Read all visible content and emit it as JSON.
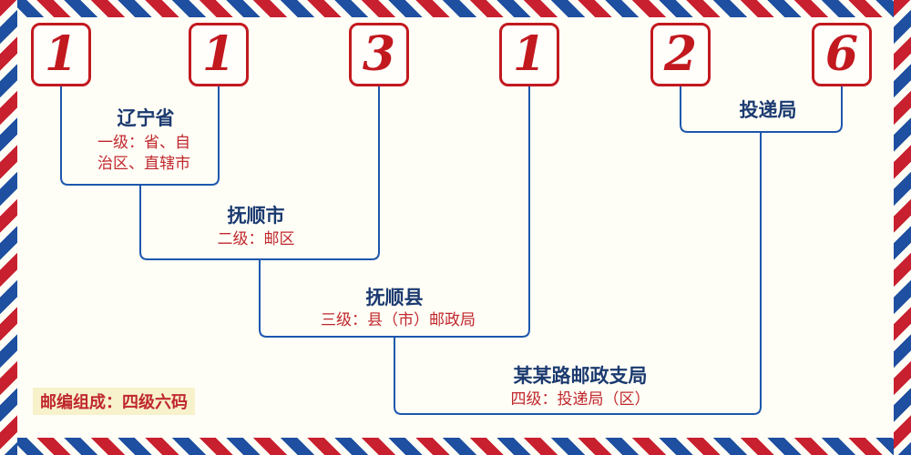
{
  "postal_code": {
    "digits": [
      "1",
      "1",
      "3",
      "1",
      "2",
      "6"
    ]
  },
  "levels": {
    "level1": {
      "name": "辽宁省",
      "desc_line1": "一级：省、自",
      "desc_line2": "治区、直辖市"
    },
    "level2": {
      "name": "抚顺市",
      "desc": "二级：邮区"
    },
    "level3": {
      "name": "抚顺县",
      "desc": "三级：县（市）邮政局"
    },
    "level4": {
      "name": "某某路邮政支局",
      "desc": "四级：投递局（区）"
    },
    "delivery": {
      "name": "投递局"
    }
  },
  "footer": {
    "composition": "邮编组成：四级六码"
  },
  "colors": {
    "digit_red": "#c2191f",
    "line_blue": "#1d57ad",
    "label_navy": "#1b3a70",
    "desc_red": "#c0272d",
    "stripe_red": "#c8202f",
    "stripe_blue": "#1e4fa0",
    "background": "#fffef6"
  }
}
